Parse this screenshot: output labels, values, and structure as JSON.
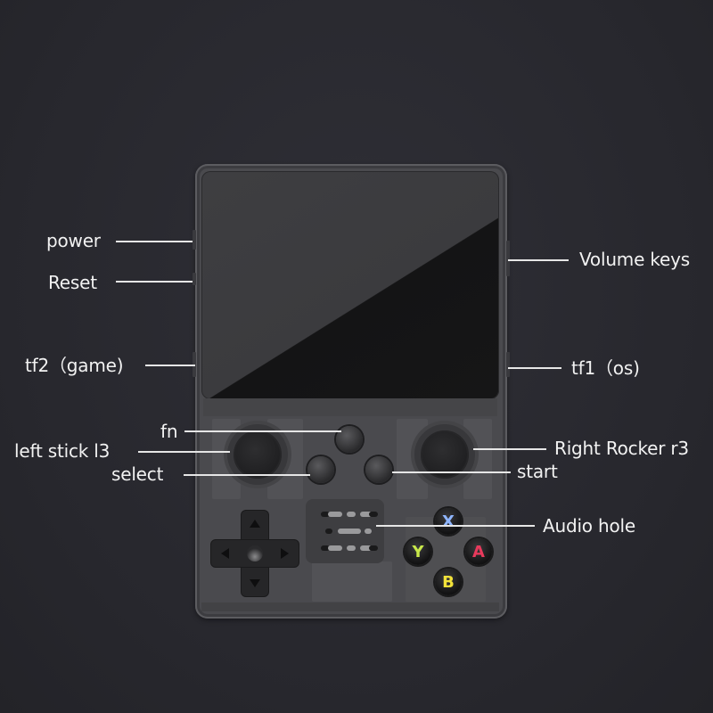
{
  "diagram": {
    "subject": "handheld retro game console",
    "labels": {
      "power": "power",
      "reset": "Reset",
      "tf2": "tf2（game)",
      "volume": "Volume keys",
      "tf1": "tf1（os)",
      "fn": "fn",
      "left_stick": "left stick l3",
      "select": "select",
      "right_rocker": "Right Rocker r3",
      "start": "start",
      "audio_hole": "Audio hole"
    },
    "face_buttons": {
      "x": {
        "letter": "X",
        "color": "#8fb6ff"
      },
      "y": {
        "letter": "Y",
        "color": "#c8e84a"
      },
      "a": {
        "letter": "A",
        "color": "#e83a5c"
      },
      "b": {
        "letter": "B",
        "color": "#f2e23a"
      }
    },
    "colors": {
      "background": "#2a2a30",
      "device_body": "#4a4a4e",
      "label_text": "#f2f2f2"
    }
  }
}
